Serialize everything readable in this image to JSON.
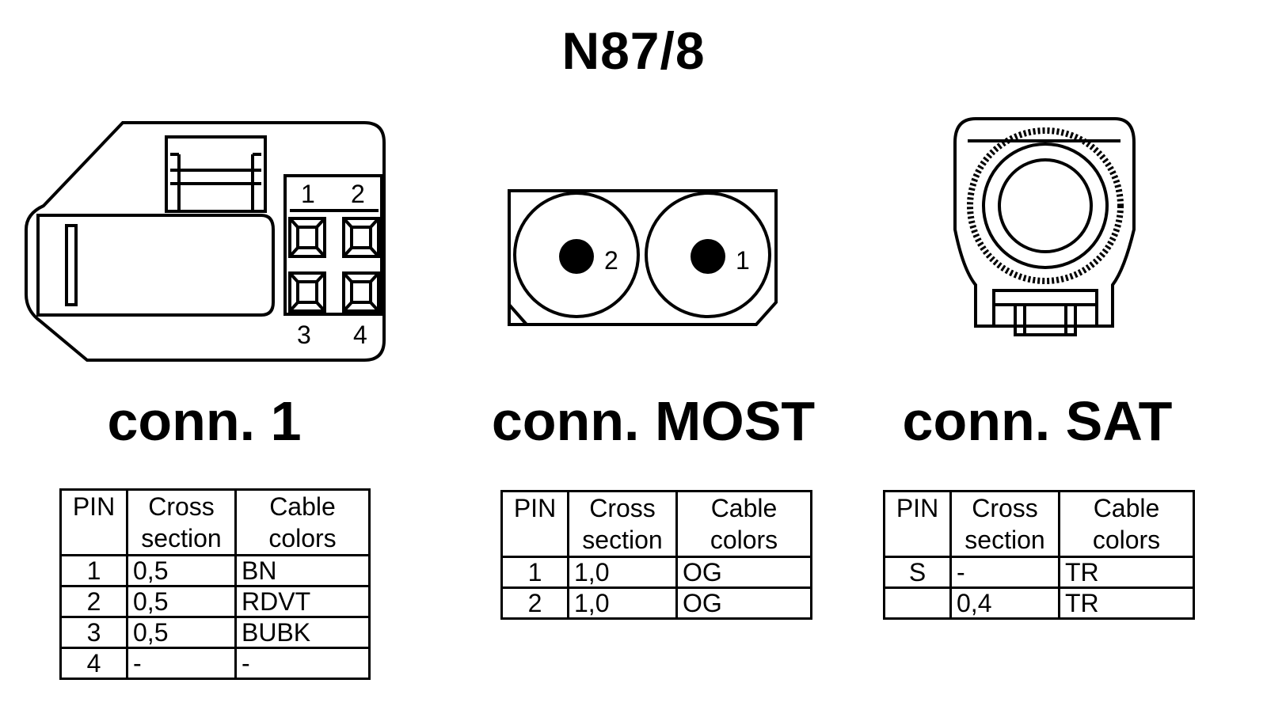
{
  "title": "N87/8",
  "connectors": [
    {
      "name": "conn. 1",
      "pin_labels": [
        "1",
        "2",
        "3",
        "4"
      ],
      "headers": {
        "pin": "PIN",
        "cross_section": "Cross section",
        "cable_colors": "Cable colors"
      },
      "rows": [
        {
          "pin": "1",
          "cross_section": "0,5",
          "cable_colors": "BN"
        },
        {
          "pin": "2",
          "cross_section": "0,5",
          "cable_colors": "RDVT"
        },
        {
          "pin": "3",
          "cross_section": "0,5",
          "cable_colors": "BUBK"
        },
        {
          "pin": "4",
          "cross_section": "-",
          "cable_colors": "-"
        }
      ]
    },
    {
      "name": "conn. MOST",
      "pin_labels": [
        "2",
        "1"
      ],
      "headers": {
        "pin": "PIN",
        "cross_section": "Cross section",
        "cable_colors": "Cable colors"
      },
      "rows": [
        {
          "pin": "1",
          "cross_section": "1,0",
          "cable_colors": "OG"
        },
        {
          "pin": "2",
          "cross_section": "1,0",
          "cable_colors": "OG"
        }
      ]
    },
    {
      "name": "conn. SAT",
      "pin_labels": [],
      "headers": {
        "pin": "PIN",
        "cross_section": "Cross section",
        "cable_colors": "Cable colors"
      },
      "rows": [
        {
          "pin": "S",
          "cross_section": "-",
          "cable_colors": "TR"
        },
        {
          "pin": "",
          "cross_section": "0,4",
          "cable_colors": "TR"
        }
      ]
    }
  ]
}
